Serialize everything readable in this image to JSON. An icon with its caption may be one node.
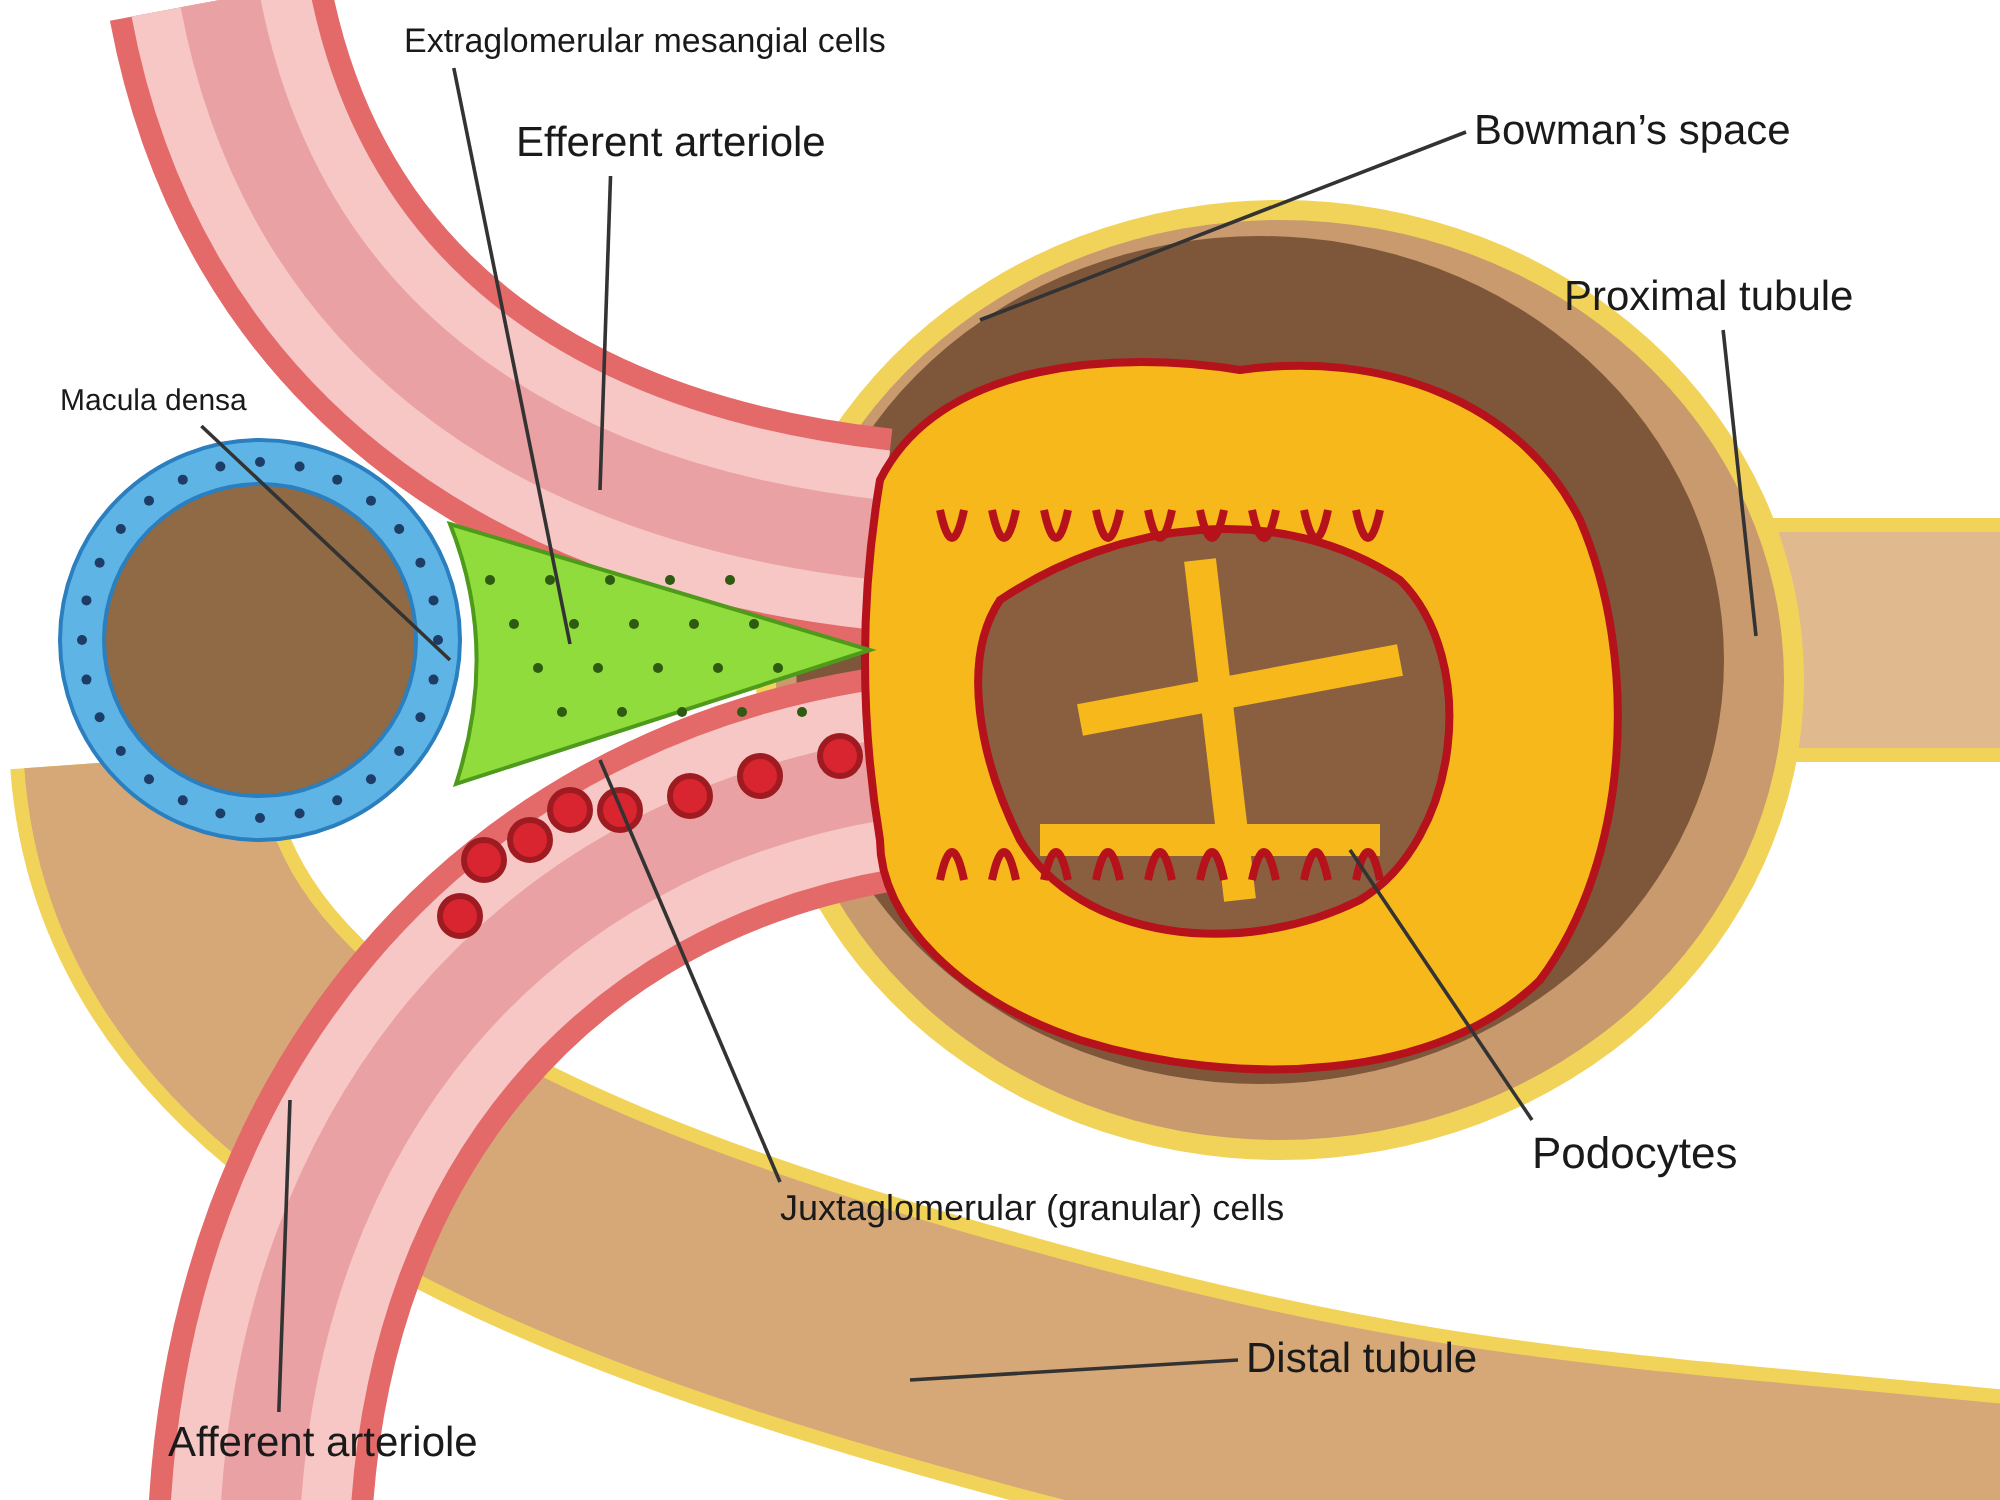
{
  "diagram": {
    "nodes": [
      {
        "text": [
          "Extraglomerular mesangial cells"
        ]
      },
      {
        "text": [
          "Efferent arteriole"
        ]
      },
      {
        "text": [
          "Bowman’s space"
        ]
      },
      {
        "text": [
          "Proximal tubule"
        ]
      },
      {
        "text": [
          "Macula densa"
        ]
      },
      {
        "text": [
          "Podocytes"
        ]
      },
      {
        "text": [
          "Juxtaglomerular (granular) cells"
        ]
      },
      {
        "text": [
          "Distal tubule"
        ]
      },
      {
        "text": [
          "Afferent arteriole"
        ]
      }
    ],
    "edges": [
      {
        "from": 0,
        "to": null,
        "arrow": "none"
      },
      {
        "from": 1,
        "to": null,
        "arrow": "none"
      },
      {
        "from": 2,
        "to": null,
        "arrow": "none"
      },
      {
        "from": 3,
        "to": null,
        "arrow": "none"
      },
      {
        "from": 4,
        "to": null,
        "arrow": "none"
      },
      {
        "from": 5,
        "to": null,
        "arrow": "none"
      },
      {
        "from": 6,
        "to": null,
        "arrow": "none"
      },
      {
        "from": 7,
        "to": null,
        "arrow": "none"
      },
      {
        "from": 8,
        "to": null,
        "arrow": "none"
      }
    ]
  }
}
